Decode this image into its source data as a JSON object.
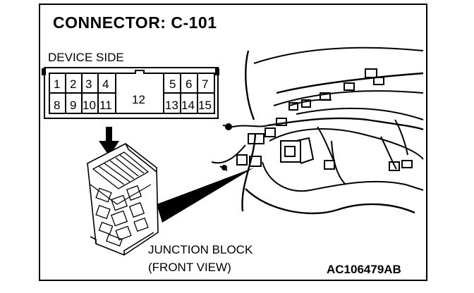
{
  "title": "CONNECTOR: C-101",
  "device_side_label": "DEVICE SIDE",
  "connector": {
    "top_row_left": [
      "1",
      "2",
      "3",
      "4"
    ],
    "top_row_right": [
      "5",
      "6",
      "7"
    ],
    "middle_pin": "12",
    "bottom_row_left": [
      "8",
      "9",
      "10",
      "11"
    ],
    "bottom_row_right": [
      "13",
      "14",
      "15"
    ]
  },
  "junction_block_label_line1": "JUNCTION BLOCK",
  "junction_block_label_line2": "(FRONT VIEW)",
  "figure_code": "AC106479AB"
}
